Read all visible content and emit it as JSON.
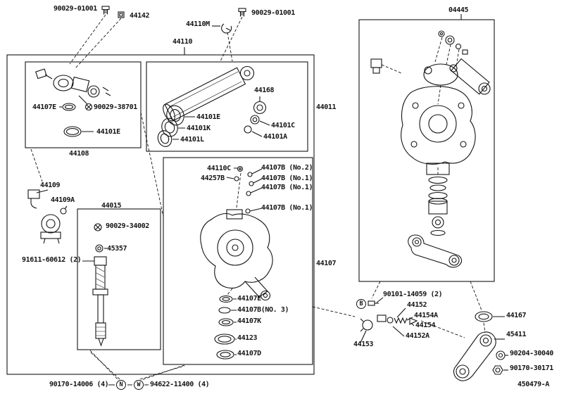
{
  "page": {
    "background": "#ffffff",
    "ink": "#141414"
  },
  "labels": [
    {
      "text": "90029-01001"
    },
    {
      "text": "44142"
    },
    {
      "text": "44110M"
    },
    {
      "text": "90029-01001"
    },
    {
      "text": "04445"
    },
    {
      "text": "44110"
    },
    {
      "text": "44107E"
    },
    {
      "text": "90029-38701"
    },
    {
      "text": "44101E"
    },
    {
      "text": "44108"
    },
    {
      "text": "44101E"
    },
    {
      "text": "44101K"
    },
    {
      "text": "44101L"
    },
    {
      "text": "44168"
    },
    {
      "text": "44101C"
    },
    {
      "text": "44101A"
    },
    {
      "text": "44011"
    },
    {
      "text": "44110C"
    },
    {
      "text": "44257B"
    },
    {
      "text": "44107B (No.2)"
    },
    {
      "text": "44107B (No.1)"
    },
    {
      "text": "44107B (No.1)"
    },
    {
      "text": "44107B (No.1)"
    },
    {
      "text": "44109"
    },
    {
      "text": "44109A"
    },
    {
      "text": "44015"
    },
    {
      "text": "90029-34002"
    },
    {
      "text": "45357"
    },
    {
      "text": "91611-60612 (2)"
    },
    {
      "text": "44107"
    },
    {
      "text": "44107E"
    },
    {
      "text": "44107B(NO. 3)"
    },
    {
      "text": "44107K"
    },
    {
      "text": "44123"
    },
    {
      "text": "44107D"
    },
    {
      "text": "90101-14059 (2)"
    },
    {
      "text": "44152"
    },
    {
      "text": "44154A"
    },
    {
      "text": "44154"
    },
    {
      "text": "44152A"
    },
    {
      "text": "44153"
    },
    {
      "text": "44167"
    },
    {
      "text": "45411"
    },
    {
      "text": "90204-30040"
    },
    {
      "text": "90170-30171"
    },
    {
      "text": "90170-14006 (4)"
    },
    {
      "text": "94622-11400 (4)"
    },
    {
      "text": "450479-A"
    }
  ],
  "callouts": [
    {
      "letter": "B"
    },
    {
      "letter": "N"
    },
    {
      "letter": "W"
    }
  ]
}
